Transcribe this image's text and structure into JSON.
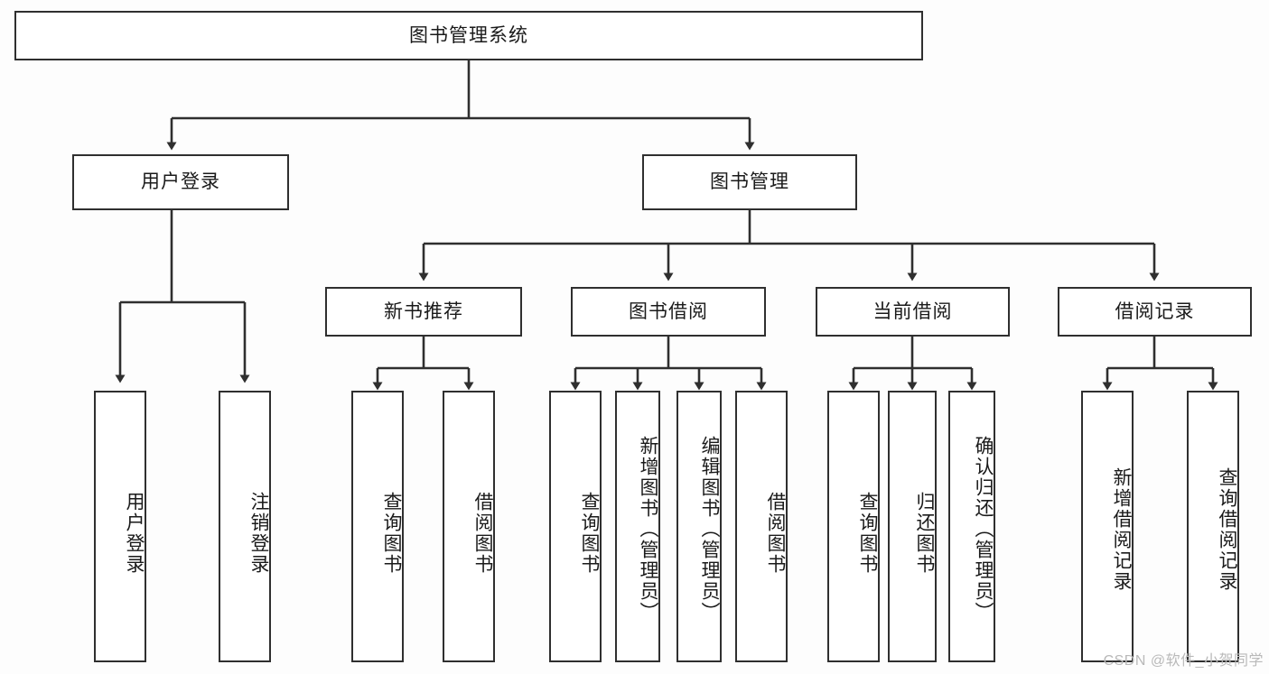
{
  "diagram": {
    "type": "tree",
    "title": "图书管理系统",
    "orientation": "top-down",
    "colors": {
      "background": "#fdfdfd",
      "node_fill": "#ffffff",
      "node_border": "#2f2f2f",
      "edge": "#2f2f2f",
      "text": "#1a1a1a",
      "watermark": "#b9b9b9"
    },
    "root": {
      "label": "图书管理系统"
    },
    "level2": [
      {
        "label": "用户登录"
      },
      {
        "label": "图书管理"
      }
    ],
    "level3": [
      {
        "label": "新书推荐"
      },
      {
        "label": "图书借阅"
      },
      {
        "label": "当前借阅"
      },
      {
        "label": "借阅记录"
      }
    ],
    "leaves": {
      "user_login": [
        {
          "label": "用户登录"
        },
        {
          "label": "注销登录"
        }
      ],
      "new_book_recommend": [
        {
          "label": "查询图书"
        },
        {
          "label": "借阅图书"
        }
      ],
      "book_borrow": [
        {
          "label": "查询图书"
        },
        {
          "label": "新增图书（管理员）"
        },
        {
          "label": "编辑图书（管理员）"
        },
        {
          "label": "借阅图书"
        }
      ],
      "current_borrow": [
        {
          "label": "查询图书"
        },
        {
          "label": "归还图书"
        },
        {
          "label": "确认归还（管理员）"
        }
      ],
      "borrow_record": [
        {
          "label": "新增借阅记录"
        },
        {
          "label": "查询借阅记录"
        }
      ]
    }
  },
  "watermark": {
    "text": "CSDN @软件_小贺同学"
  }
}
